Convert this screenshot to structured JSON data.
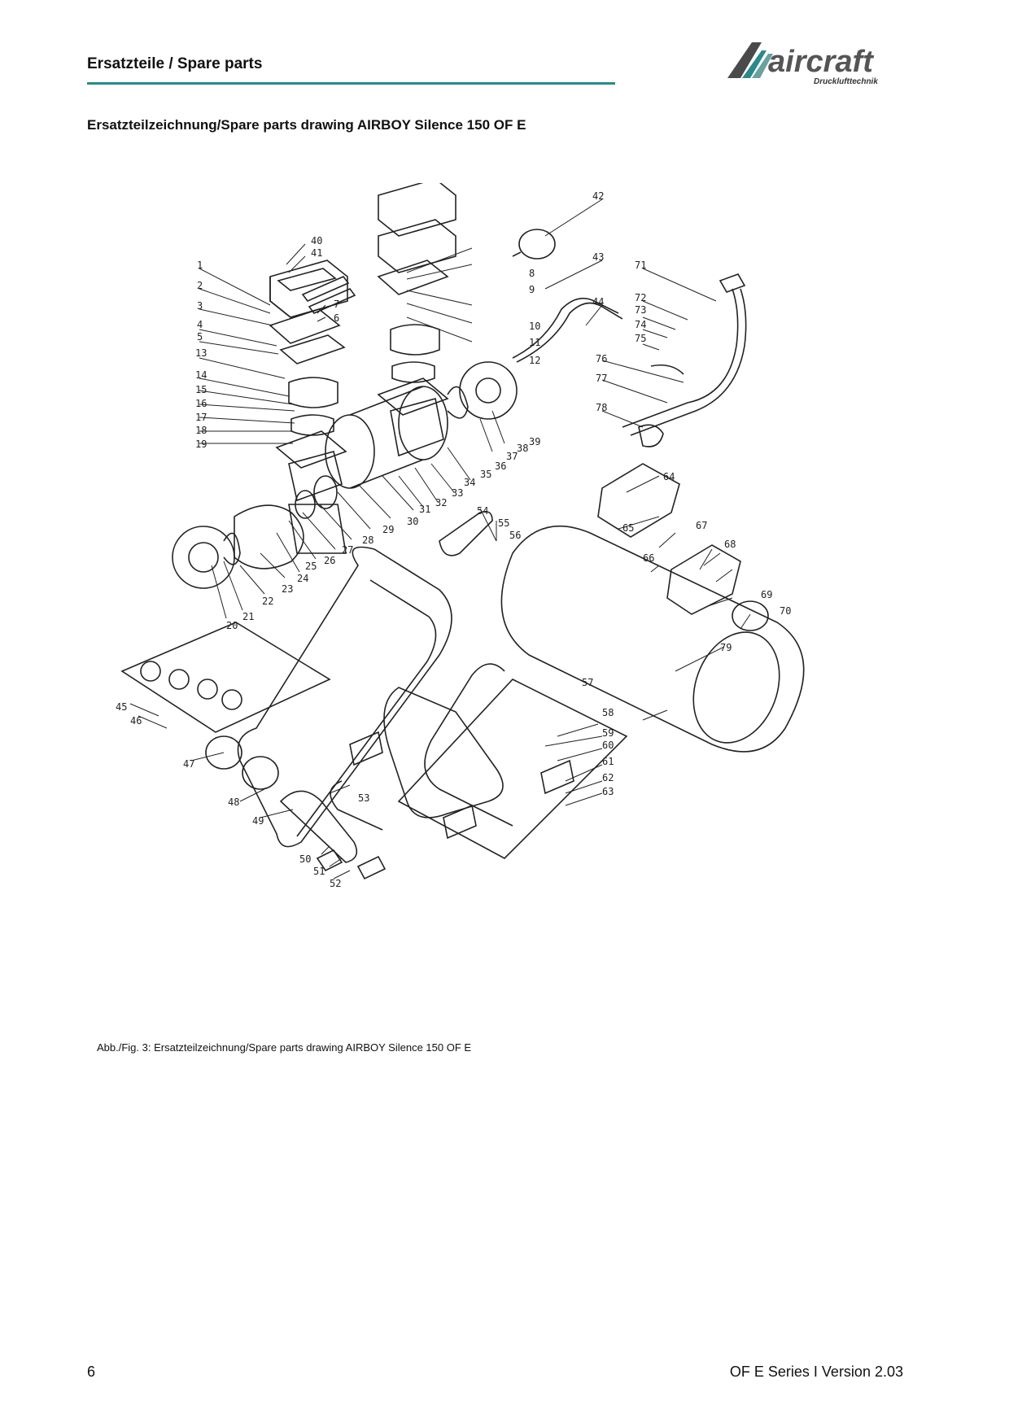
{
  "header": {
    "title": "Ersatzteile / Spare parts",
    "logo_text": "aircraft",
    "logo_subtext": "Drucklufttechnik",
    "accent_color": "#2a8a8a"
  },
  "section_title": "Ersatzteilzeichnung/Spare parts drawing AIRBOY Silence 150 OF E",
  "part_numbers": [
    "1",
    "2",
    "3",
    "4",
    "5",
    "6",
    "7",
    "8",
    "9",
    "10",
    "11",
    "12",
    "13",
    "14",
    "15",
    "16",
    "17",
    "18",
    "19",
    "20",
    "21",
    "22",
    "23",
    "24",
    "25",
    "26",
    "27",
    "28",
    "29",
    "30",
    "31",
    "32",
    "33",
    "34",
    "35",
    "36",
    "37",
    "38",
    "39",
    "40",
    "41",
    "42",
    "43",
    "44",
    "45",
    "46",
    "47",
    "48",
    "49",
    "50",
    "51",
    "52",
    "53",
    "54",
    "55",
    "56",
    "57",
    "58",
    "59",
    "60",
    "61",
    "62",
    "63",
    "64",
    "65",
    "66",
    "67",
    "68",
    "69",
    "70",
    "71",
    "72",
    "73",
    "74",
    "75",
    "76",
    "77",
    "78",
    "79"
  ],
  "caption": "Abb./Fig. 3: Ersatzteilzeichnung/Spare parts drawing AIRBOY Silence 150 OF E",
  "footer": {
    "page_number": "6",
    "series": "OF E Series I Version 2.03"
  }
}
